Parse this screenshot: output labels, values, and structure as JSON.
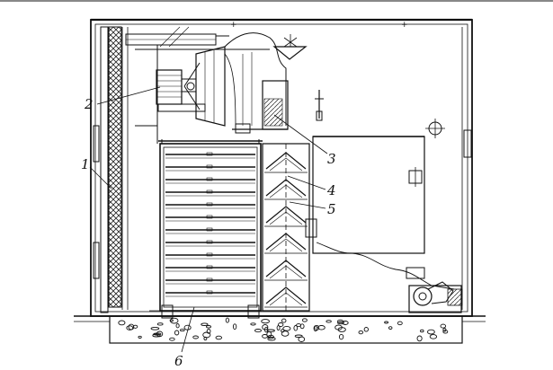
{
  "labels": {
    "l1": "1",
    "l2": "2",
    "l3": "3",
    "l4": "4",
    "l5": "5",
    "l6": "6"
  },
  "colors": {
    "ink": "#111111",
    "paper": "#ffffff",
    "hatch": "#333333"
  }
}
